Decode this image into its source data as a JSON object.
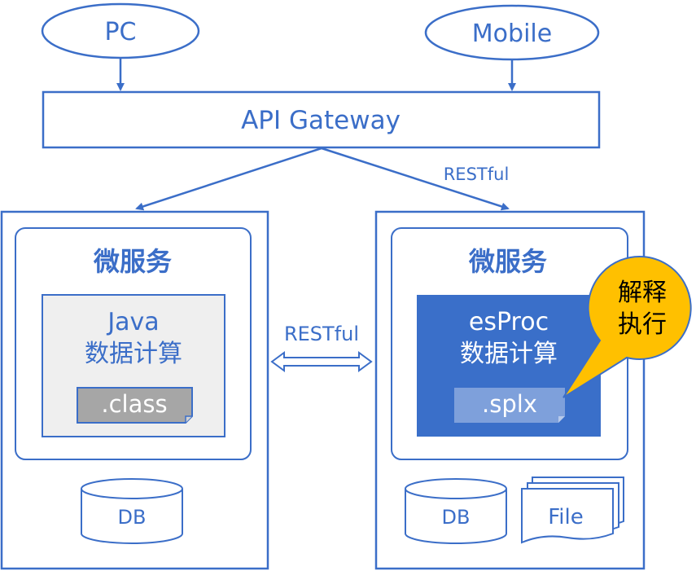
{
  "clients": {
    "pc": "PC",
    "mobile": "Mobile"
  },
  "gateway": {
    "label": "API Gateway"
  },
  "connections": {
    "gateway_restful": "RESTful",
    "service_restful": "RESTful"
  },
  "left_service": {
    "title": "微服务",
    "compute_line1": "Java",
    "compute_line2": "数据计算",
    "file": ".class",
    "db": "DB"
  },
  "right_service": {
    "title": "微服务",
    "compute_line1": "esProc",
    "compute_line2": "数据计算",
    "file": ".splx",
    "db": "DB",
    "file_store": "File"
  },
  "callout": {
    "line1": "解释",
    "line2": "执行"
  },
  "colors": {
    "stroke": "#3b6ec8",
    "esproc_fill": "#3a6fc9",
    "splx_fill": "#7ea0db",
    "java_fill": "#efefef",
    "class_fill": "#a6a6a6",
    "callout_fill": "#ffc000"
  }
}
